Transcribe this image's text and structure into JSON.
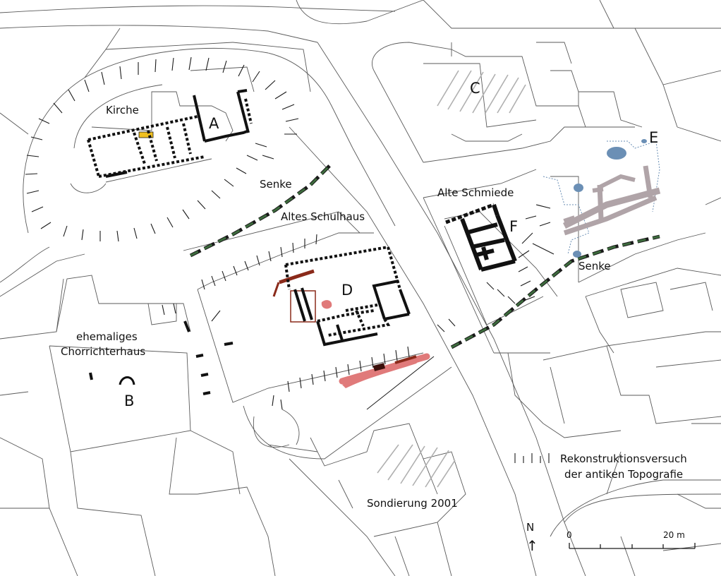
{
  "labels": {
    "kirche": "Kirche",
    "senke_top": "Senke",
    "altes_schulhaus": "Altes Schulhaus",
    "alte_schmiede": "Alte Schmiede",
    "senke_right": "Senke",
    "chorrichterhaus_line1": "ehemaliges",
    "chorrichterhaus_line2": "Chorrichterhaus",
    "sondierung": "Sondierung 2001"
  },
  "letters": {
    "a": "A",
    "b": "B",
    "c": "C",
    "d": "D",
    "e": "E",
    "f": "F"
  },
  "legend": {
    "line1": "Rekonstruktionsversuch",
    "line2": "der antiken Topografie"
  },
  "north": {
    "letter": "N",
    "arrow": "↑"
  },
  "scale": {
    "start": "0",
    "end": "20 m"
  },
  "colors": {
    "basemap": "#5a5a5a",
    "walls": "#111111",
    "green_dash": "#3d6b3d",
    "red_feature": "#e07a7a",
    "dark_red": "#8a2a1a",
    "blue_feature": "#6b8fb5",
    "grey_channel": "#b0a4a8",
    "yellow": "#f0c020",
    "hatch": "#b0b0b0"
  }
}
